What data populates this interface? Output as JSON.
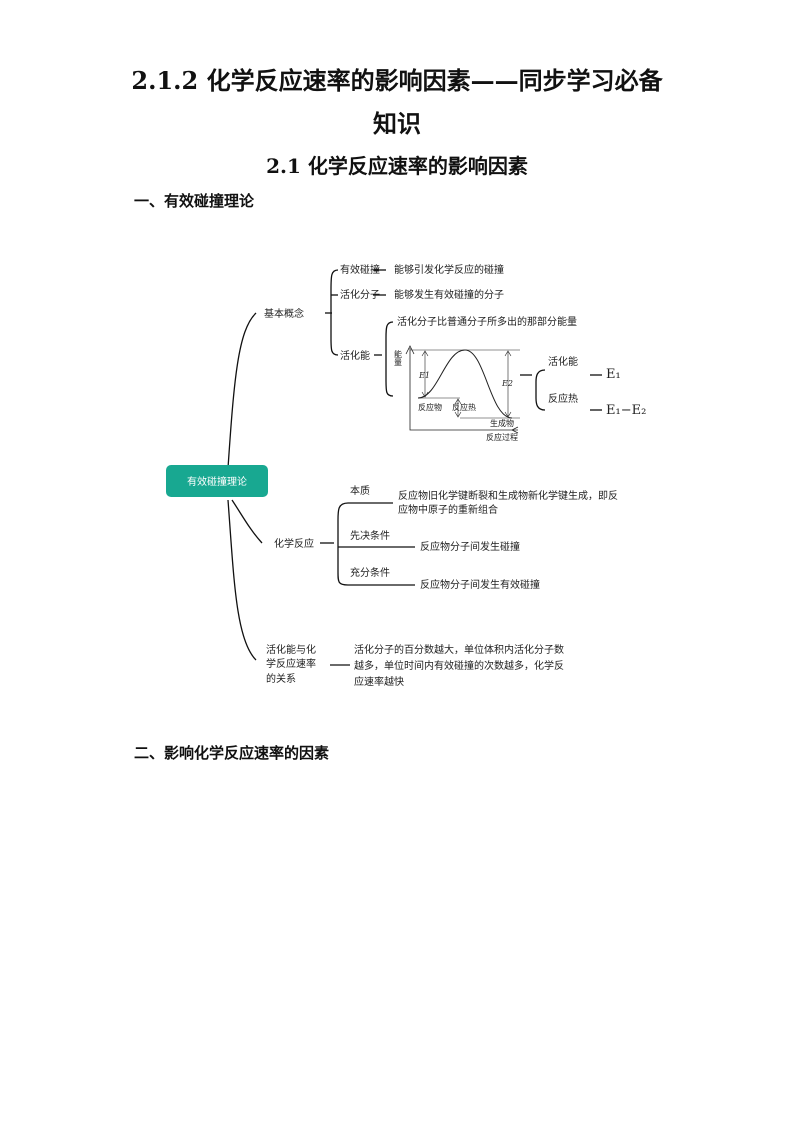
{
  "doc": {
    "title_line1": "2.1.2 化学反应速率的影响因素——同步学习必备",
    "title_line2": "知识",
    "subtitle": "2.1 化学反应速率的影响因素",
    "section1": "一、有效碰撞理论",
    "section2": "二、影响化学反应速率的因素"
  },
  "mindmap": {
    "root": "有效碰撞理论",
    "basic": {
      "label": "基本概念",
      "effective_collision": "有效碰撞",
      "effective_collision_def": "能够引发化学反应的碰撞",
      "active_molecule": "活化分子",
      "active_molecule_def": "能够发生有效碰撞的分子",
      "activation_energy": "活化能",
      "activation_energy_def": "活化分子比普通分子所多出的那部分能量"
    },
    "diagram": {
      "y_axis": "能量",
      "e1": "E1",
      "e2": "E2",
      "reactant": "反应物",
      "heat": "反应热",
      "product": "生成物",
      "x_axis": "反应过程",
      "act_energy_label": "活化能",
      "act_energy_value": "E₁",
      "reaction_heat_label": "反应热",
      "reaction_heat_value": "E₁−E₂"
    },
    "reaction": {
      "label": "化学反应",
      "essence": "本质",
      "essence_line1": "反应物旧化学键断裂和生成物新化学键生成，即反",
      "essence_line2": "应物中原子的重新组合",
      "prerequisite": "先决条件",
      "prerequisite_def": "反应物分子间发生碰撞",
      "sufficient": "充分条件",
      "sufficient_def": "反应物分子间发生有效碰撞"
    },
    "relation": {
      "label_line1": "活化能与化",
      "label_line2": "学反应速率",
      "label_line3": "的关系",
      "def_line1": "活化分子的百分数越大，单位体积内活化分子数",
      "def_line2": "越多，单位时间内有效碰撞的次数越多，化学反",
      "def_line3": "应速率越快"
    }
  }
}
